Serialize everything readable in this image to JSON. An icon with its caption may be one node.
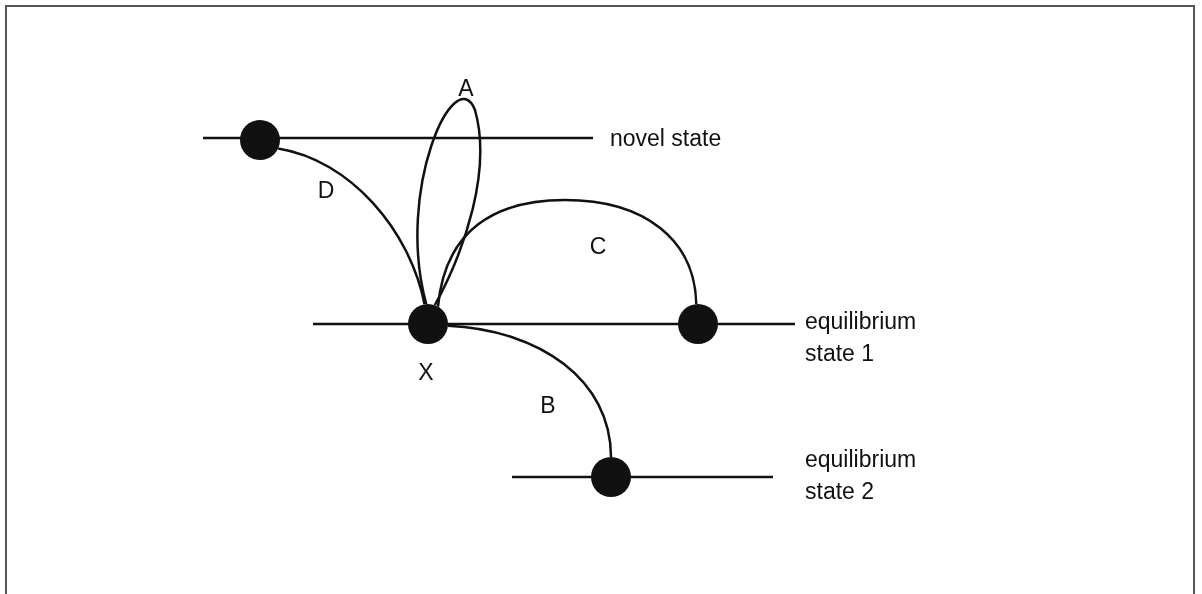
{
  "diagram": {
    "nodes": [
      {
        "text": [],
        "shape": "circle"
      },
      {
        "text": [],
        "shape": "circle",
        "beside": [
          "X"
        ]
      },
      {
        "text": [],
        "shape": "circle"
      },
      {
        "text": [],
        "shape": "circle"
      }
    ],
    "edges": [
      {
        "from": 0,
        "to": 1,
        "arrow": "none",
        "label": "D"
      },
      {
        "from": 1,
        "to": 1,
        "arrow": "none",
        "label": "A"
      },
      {
        "from": 1,
        "to": 2,
        "arrow": "none",
        "label": "C"
      },
      {
        "from": 1,
        "to": 3,
        "arrow": "none",
        "label": "B"
      }
    ],
    "labels": [
      "novel state",
      "equilibrium state 1",
      "equilibrium state 2"
    ]
  }
}
